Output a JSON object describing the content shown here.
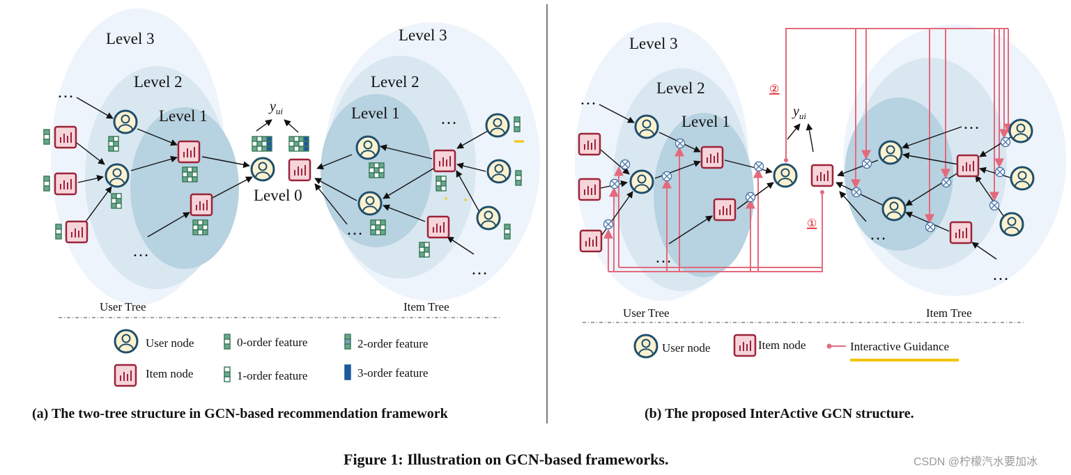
{
  "panel_a": {
    "levels_user": [
      "Level 3",
      "Level 2",
      "Level 1"
    ],
    "levels_item": [
      "Level 3",
      "Level 2",
      "Level 1"
    ],
    "level0": "Level 0",
    "y_symbol": "y",
    "y_subscript": "ui",
    "ellipsis": "…",
    "user_tree": "User Tree",
    "item_tree": "Item Tree",
    "legend": {
      "user_node": "User node",
      "item_node": "Item node",
      "f0": "0-order feature",
      "f1": "1-order feature",
      "f2": "2-order feature",
      "f3": "3-order feature"
    },
    "caption": "(a) The two-tree structure in GCN-based recommendation framework"
  },
  "panel_b": {
    "levels_user": [
      "Level 3",
      "Level 2",
      "Level 1"
    ],
    "y_symbol": "y",
    "y_subscript": "ui",
    "ellipsis": "…",
    "marker1": "①",
    "marker2": "②",
    "user_tree": "User Tree",
    "item_tree": "Item Tree",
    "legend": {
      "user_node": "User node",
      "item_node": "Item node",
      "guidance": "Interactive Guidance"
    },
    "caption": "(b) The proposed InterActive GCN structure."
  },
  "figure_caption": "Figure 1: Illustration on GCN-based frameworks.",
  "watermark": "CSDN @柠檬汽水要加冰",
  "colors": {
    "ellipse_outer": "#eef4fb",
    "ellipse_mid": "#d9e7f1",
    "ellipse_inner": "#b7d2e0",
    "user_fill": "#fdf2d0",
    "user_stroke": "#1f4e6b",
    "item_fill": "#f6d5da",
    "item_stroke": "#9c2338",
    "guidance": "#e26a7c",
    "highlight": "#f5c400",
    "feature_green": "#3c7a5e",
    "feature_blue": "#1d5a9c"
  }
}
